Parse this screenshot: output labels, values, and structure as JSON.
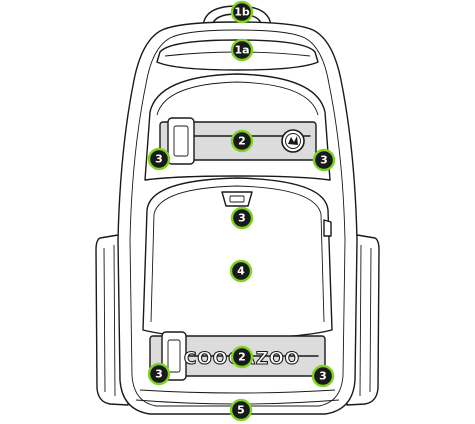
{
  "logo_text": "COOCAZOO",
  "colors": {
    "marker_fill": "#1a1a1a",
    "marker_ring": "#7ed321",
    "marker_text": "#ffffff",
    "outline": "#1a1a1a"
  },
  "markers": [
    {
      "id": "marker-1b",
      "label": "1b"
    },
    {
      "id": "marker-1a",
      "label": "1a"
    },
    {
      "id": "marker-2-top",
      "label": "2"
    },
    {
      "id": "marker-3-left-upper",
      "label": "3"
    },
    {
      "id": "marker-3-right-upper",
      "label": "3"
    },
    {
      "id": "marker-3-center",
      "label": "3"
    },
    {
      "id": "marker-4",
      "label": "4"
    },
    {
      "id": "marker-2-bottom",
      "label": "2"
    },
    {
      "id": "marker-3-left-lower",
      "label": "3"
    },
    {
      "id": "marker-3-right-lower",
      "label": "3"
    },
    {
      "id": "marker-5",
      "label": "5"
    }
  ]
}
